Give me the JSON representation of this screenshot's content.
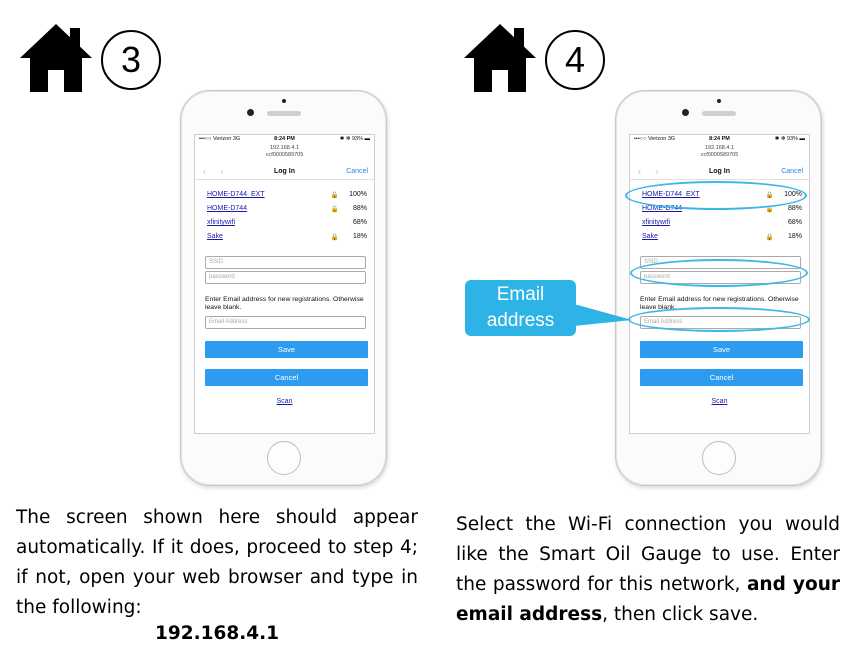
{
  "steps": [
    {
      "number": "3"
    },
    {
      "number": "4"
    }
  ],
  "phone_screen": {
    "carrier": "•••○○ Verizon  3G",
    "time": "8:24 PM",
    "battery": "✱ ✻ 93% ▬",
    "url_line1": "192.168.4.1",
    "url_line2": "ccf0000589705",
    "nav_back": "‹ ›",
    "nav_title": "Log In",
    "nav_cancel": "Cancel",
    "networks": [
      {
        "name": "HOME-D744_EXT",
        "lock": "🔒",
        "strength": "100%"
      },
      {
        "name": "HOME-D744",
        "lock": "🔒",
        "strength": "88%"
      },
      {
        "name": "xfinitywifi",
        "lock": "",
        "strength": "68%"
      },
      {
        "name": "Sake",
        "lock": "🔒",
        "strength": "18%"
      }
    ],
    "ssid_placeholder": "SSID",
    "password_placeholder": "password",
    "email_note": "Enter Email address for new registrations. Otherwise leave blank.",
    "email_placeholder": "Email Address",
    "save_label": "Save",
    "cancel_label": "Cancel",
    "scan_label": "Scan"
  },
  "callout": {
    "line1": "Email",
    "line2": "address"
  },
  "caption_left": "The screen shown here should appear automatically. If it does, proceed to step 4; if not, open your web browser and type in the following:",
  "caption_left_ip": "192.168.4.1",
  "caption_right": {
    "part1": "Select the Wi-Fi connection you would like the Smart Oil Gauge to use. Enter the password for this network, ",
    "bold": "and your email address",
    "part2": ", then click save."
  },
  "colors": {
    "accent": "#2d9bf0",
    "highlight": "#3db7e6",
    "link": "#1a1aaa"
  }
}
